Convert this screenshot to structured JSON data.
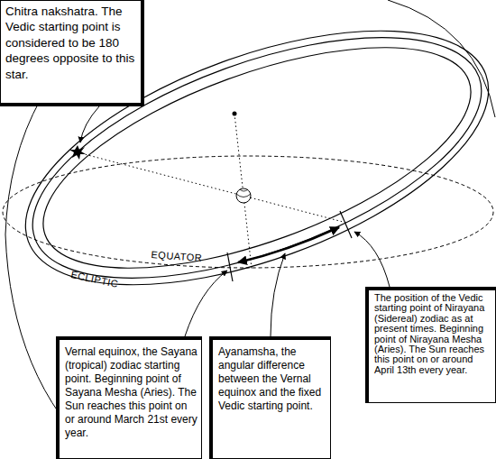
{
  "diagram": {
    "nodes": [
      {
        "text": [
          "Chitra nakshatra. The Vedic starting point is considered to be 180 degrees opposite to this star."
        ]
      },
      {
        "text": [
          "The position of the Vedic starting point of Nirayana (Sidereal) zodiac as at present times. Beginning point of Nirayana Mesha (Aries). The Sun reaches this point on or around April 13th every year."
        ]
      },
      {
        "text": [
          "Vernal equinox, the Sayana (tropical) zodiac starting point. Beginning point of Sayana Mesha (Aries). The Sun reaches this point on or around March 21st every year."
        ]
      },
      {
        "text": [
          "Ayanamsha, the angular difference between the Vernal equinox and the fixed Vedic starting point."
        ]
      }
    ],
    "labels": [
      "EQUATOR",
      "ECLIPTIC"
    ]
  }
}
